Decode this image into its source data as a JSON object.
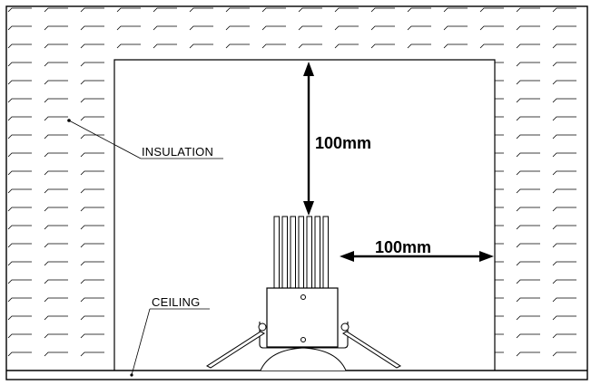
{
  "labels": {
    "insulation": "INSULATION",
    "ceiling": "CEILING"
  },
  "dimensions": {
    "vertical_clearance": "100mm",
    "horizontal_clearance": "100mm"
  },
  "colors": {
    "stroke": "#000000",
    "background": "#ffffff"
  }
}
